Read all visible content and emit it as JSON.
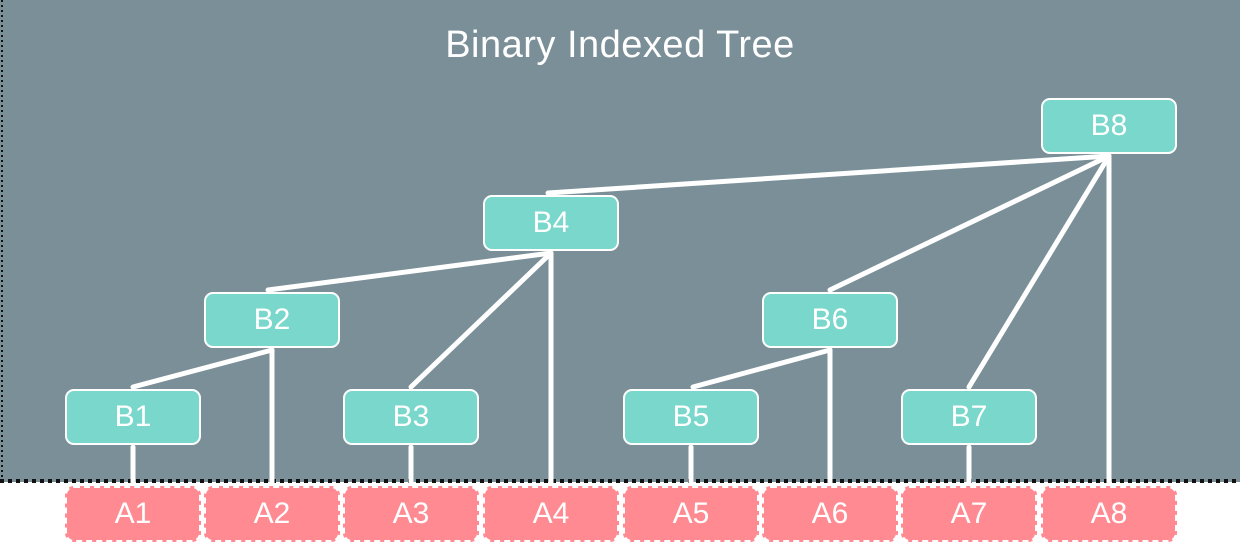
{
  "title": "Binary Indexed Tree",
  "colors": {
    "panel": "#7a8f97",
    "tree_node": "#7ad7cb",
    "array_node": "#ff8a91",
    "edge": "#ffffff",
    "border_dots": "#111111"
  },
  "tree_nodes": [
    {
      "id": "B1",
      "label": "B1"
    },
    {
      "id": "B2",
      "label": "B2"
    },
    {
      "id": "B3",
      "label": "B3"
    },
    {
      "id": "B4",
      "label": "B4"
    },
    {
      "id": "B5",
      "label": "B5"
    },
    {
      "id": "B6",
      "label": "B6"
    },
    {
      "id": "B7",
      "label": "B7"
    },
    {
      "id": "B8",
      "label": "B8"
    }
  ],
  "array_nodes": [
    {
      "id": "A1",
      "label": "A1"
    },
    {
      "id": "A2",
      "label": "A2"
    },
    {
      "id": "A3",
      "label": "A3"
    },
    {
      "id": "A4",
      "label": "A4"
    },
    {
      "id": "A5",
      "label": "A5"
    },
    {
      "id": "A6",
      "label": "A6"
    },
    {
      "id": "A7",
      "label": "A7"
    },
    {
      "id": "A8",
      "label": "A8"
    }
  ],
  "edges": [
    {
      "from": "A1",
      "to": "B1"
    },
    {
      "from": "B1",
      "to": "B2"
    },
    {
      "from": "A2",
      "to": "B2"
    },
    {
      "from": "A3",
      "to": "B3"
    },
    {
      "from": "B2",
      "to": "B4"
    },
    {
      "from": "B3",
      "to": "B4"
    },
    {
      "from": "A4",
      "to": "B4"
    },
    {
      "from": "A5",
      "to": "B5"
    },
    {
      "from": "B5",
      "to": "B6"
    },
    {
      "from": "A6",
      "to": "B6"
    },
    {
      "from": "A7",
      "to": "B7"
    },
    {
      "from": "B4",
      "to": "B8"
    },
    {
      "from": "B6",
      "to": "B8"
    },
    {
      "from": "B7",
      "to": "B8"
    },
    {
      "from": "A8",
      "to": "B8"
    }
  ]
}
